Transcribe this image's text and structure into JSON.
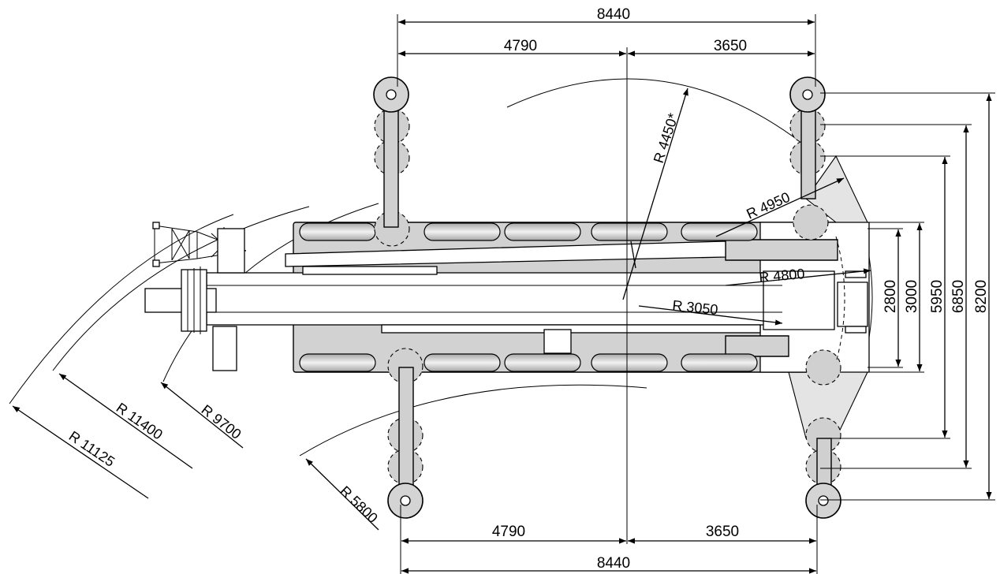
{
  "dimensions": {
    "top_total": "8440",
    "top_left": "4790",
    "top_right": "3650",
    "bottom_left": "4790",
    "bottom_right": "3650",
    "bottom_total": "8440",
    "v_2800": "2800",
    "v_3000": "3000",
    "v_5950": "5950",
    "v_6850": "6850",
    "v_8200": "8200"
  },
  "radii": {
    "r4450": "R 4450*",
    "r4950": "R 4950",
    "r4800": "R 4800",
    "r3050": "R 3050",
    "r11400": "R 11400",
    "r9700": "R 9700",
    "r11125": "R 11125",
    "r5800": "R 5800"
  }
}
